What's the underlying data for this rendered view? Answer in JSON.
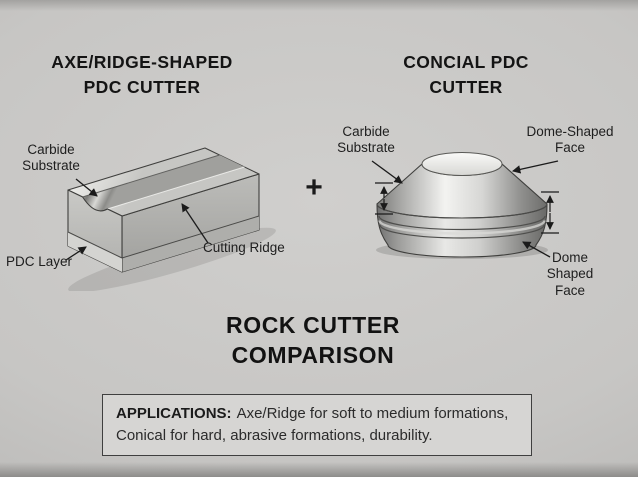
{
  "left_figure": {
    "title_line1": "AXE/RIDGE-SHAPED",
    "title_line2": "PDC CUTTER",
    "label_carbide_line1": "Carbide",
    "label_carbide_line2": "Substrate",
    "label_pdc": "PDC Layer",
    "label_ridge": "Cutting Ridge"
  },
  "separator": {
    "plus": "+"
  },
  "right_figure": {
    "title_line1": "CONCIAL PDC",
    "title_line2": "CUTTER",
    "label_carbide_line1": "Carbide",
    "label_carbide_line2": "Substrate",
    "label_dome_top_line1": "Dome-Shaped",
    "label_dome_top_line2": "Face",
    "label_dome_bottom_line1": "Dome",
    "label_dome_bottom_line2": "Shaped Face"
  },
  "comparison_title": {
    "line1": "ROCK CUTTER",
    "line2": "COMPARISON"
  },
  "applications": {
    "heading": "APPLICATIONS:",
    "body_line1": "Axe/Ridge for soft to medium formations,",
    "body_line2": "Conical for hard, abrasive formations, durability."
  },
  "colors": {
    "background": "#c7c6c4",
    "text": "#141414",
    "box_border": "#3f3f3f",
    "box_background": "#d6d5d3",
    "metal_light": "#f3f3f1",
    "metal_dark": "#6d6d6b",
    "arrow": "#1b1b1b"
  }
}
